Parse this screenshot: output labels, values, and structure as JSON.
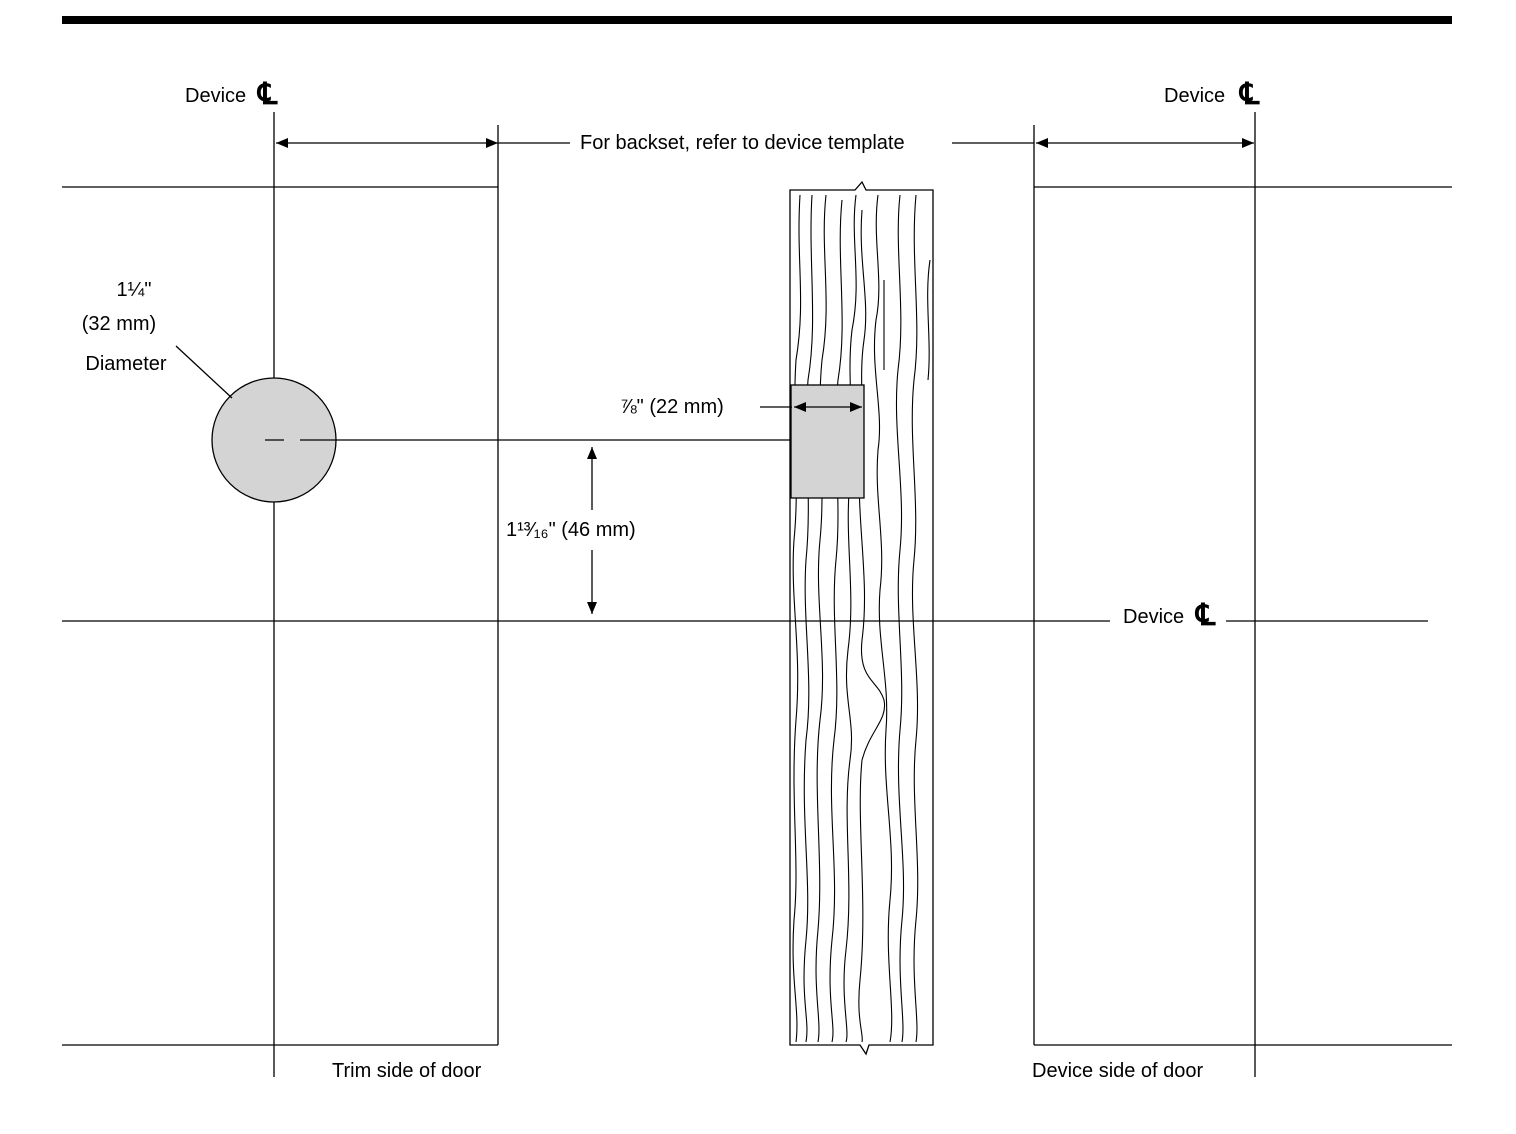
{
  "labels": {
    "device_cl_label": "Device",
    "centerline_symbol": "℄",
    "backset_note": "For backset, refer to device template",
    "hole_size": "1¼\"",
    "hole_size_metric": "(32 mm)",
    "hole_diameter_word": "Diameter",
    "mortise_width": "⅞\" (22 mm)",
    "vertical_offset": "1¹³⁄₁₆\" (46 mm)",
    "trim_side": "Trim side of door",
    "device_side": "Device side of door"
  },
  "colors": {
    "line": "#000000",
    "fill_gray": "#d4d4d4",
    "background": "#ffffff"
  }
}
